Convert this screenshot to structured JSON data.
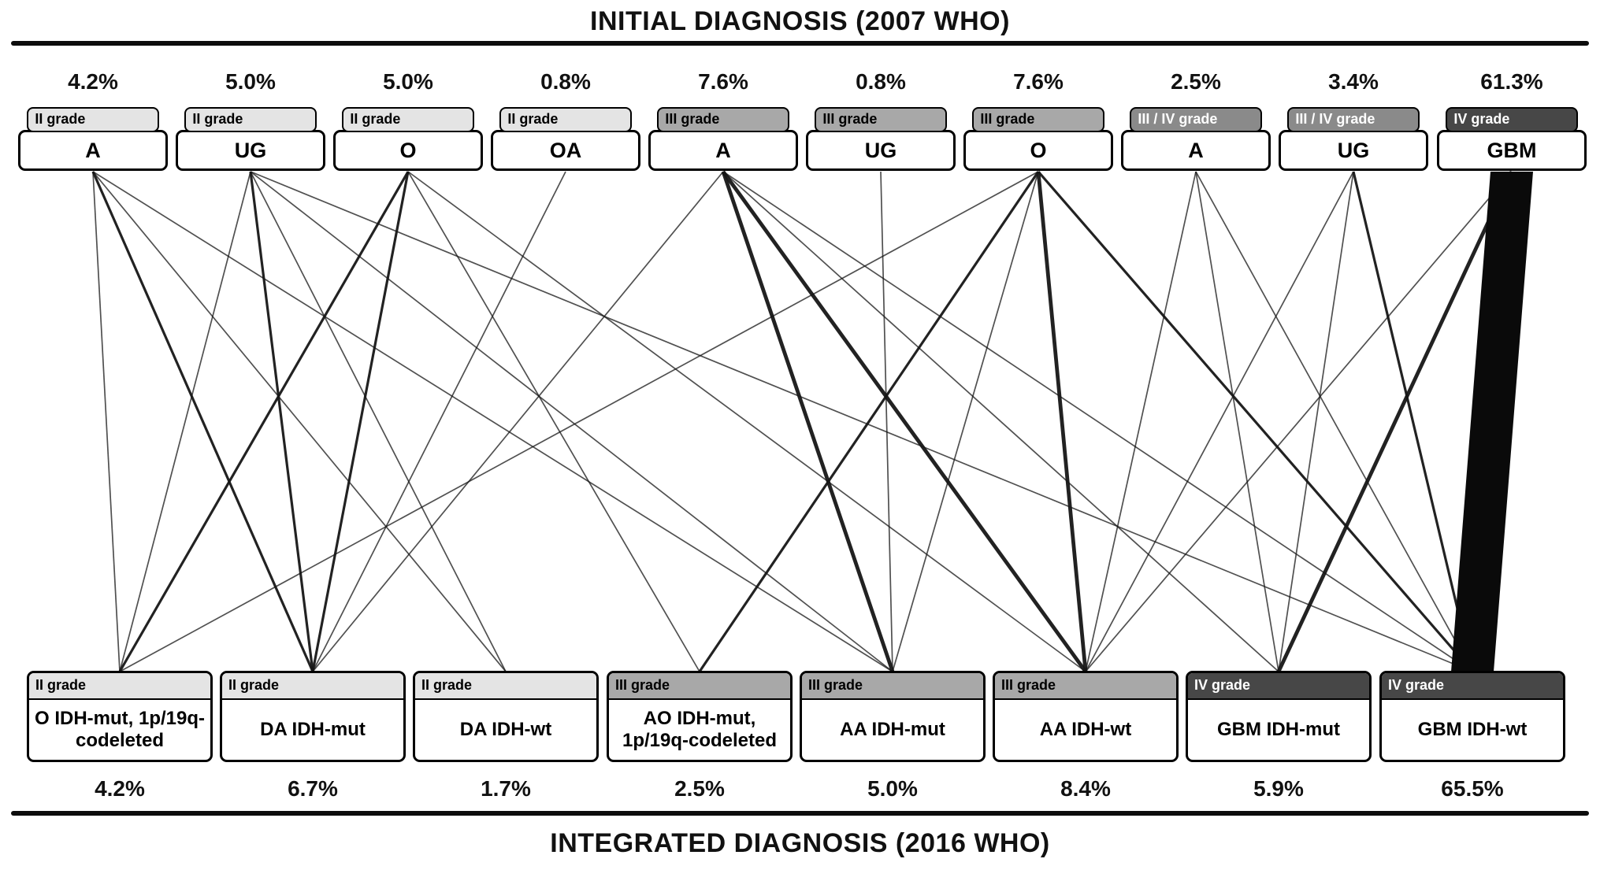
{
  "titles": {
    "top": "INITIAL DIAGNOSIS (2007 WHO)",
    "bottom": "INTEGRATED DIAGNOSIS (2016 WHO)"
  },
  "colors": {
    "grade_ii": "#e4e4e4",
    "grade_iii": "#a8a8a8",
    "grade_iii_iv": "#8a8a8a",
    "grade_iv": "#474747",
    "line": "#161616"
  },
  "chart_data": {
    "type": "sankey",
    "title": "INITIAL DIAGNOSIS (2007 WHO) to INTEGRATED DIAGNOSIS (2016 WHO)",
    "top_nodes": [
      {
        "grade": "II grade",
        "label": "A",
        "pct": "4.2%"
      },
      {
        "grade": "II grade",
        "label": "UG",
        "pct": "5.0%"
      },
      {
        "grade": "II grade",
        "label": "O",
        "pct": "5.0%"
      },
      {
        "grade": "II grade",
        "label": "OA",
        "pct": "0.8%"
      },
      {
        "grade": "III grade",
        "label": "A",
        "pct": "7.6%"
      },
      {
        "grade": "III grade",
        "label": "UG",
        "pct": "0.8%"
      },
      {
        "grade": "III grade",
        "label": "O",
        "pct": "7.6%"
      },
      {
        "grade": "III / IV grade",
        "label": "A",
        "pct": "2.5%"
      },
      {
        "grade": "III / IV grade",
        "label": "UG",
        "pct": "3.4%"
      },
      {
        "grade": "IV grade",
        "label": "GBM",
        "pct": "61.3%"
      }
    ],
    "bottom_nodes": [
      {
        "grade": "II grade",
        "label": "O IDH-mut, 1p/19q-codeleted",
        "pct": "4.2%"
      },
      {
        "grade": "II grade",
        "label": "DA IDH-mut",
        "pct": "6.7%"
      },
      {
        "grade": "II grade",
        "label": "DA IDH-wt",
        "pct": "1.7%"
      },
      {
        "grade": "III grade",
        "label": "AO IDH-mut, 1p/19q-codeleted",
        "pct": "2.5%"
      },
      {
        "grade": "III grade",
        "label": "AA IDH-mut",
        "pct": "5.0%"
      },
      {
        "grade": "III grade",
        "label": "AA IDH-wt",
        "pct": "8.4%"
      },
      {
        "grade": "IV grade",
        "label": "GBM IDH-mut",
        "pct": "5.9%"
      },
      {
        "grade": "IV grade",
        "label": "GBM IDH-wt",
        "pct": "65.5%"
      }
    ],
    "links": [
      {
        "source": 0,
        "target": 0,
        "value": 1
      },
      {
        "source": 0,
        "target": 1,
        "value": 2
      },
      {
        "source": 0,
        "target": 2,
        "value": 1
      },
      {
        "source": 0,
        "target": 4,
        "value": 1
      },
      {
        "source": 1,
        "target": 0,
        "value": 1
      },
      {
        "source": 1,
        "target": 1,
        "value": 2
      },
      {
        "source": 1,
        "target": 2,
        "value": 1
      },
      {
        "source": 1,
        "target": 4,
        "value": 1
      },
      {
        "source": 1,
        "target": 7,
        "value": 1
      },
      {
        "source": 2,
        "target": 0,
        "value": 2
      },
      {
        "source": 2,
        "target": 1,
        "value": 2
      },
      {
        "source": 2,
        "target": 3,
        "value": 1
      },
      {
        "source": 2,
        "target": 5,
        "value": 1
      },
      {
        "source": 3,
        "target": 1,
        "value": 1
      },
      {
        "source": 4,
        "target": 1,
        "value": 1
      },
      {
        "source": 4,
        "target": 4,
        "value": 3
      },
      {
        "source": 4,
        "target": 5,
        "value": 3
      },
      {
        "source": 4,
        "target": 6,
        "value": 1
      },
      {
        "source": 4,
        "target": 7,
        "value": 1
      },
      {
        "source": 5,
        "target": 4,
        "value": 1
      },
      {
        "source": 6,
        "target": 0,
        "value": 1
      },
      {
        "source": 6,
        "target": 3,
        "value": 2
      },
      {
        "source": 6,
        "target": 4,
        "value": 1
      },
      {
        "source": 6,
        "target": 5,
        "value": 3
      },
      {
        "source": 6,
        "target": 7,
        "value": 2
      },
      {
        "source": 7,
        "target": 5,
        "value": 1
      },
      {
        "source": 7,
        "target": 6,
        "value": 1
      },
      {
        "source": 7,
        "target": 7,
        "value": 1
      },
      {
        "source": 8,
        "target": 5,
        "value": 1
      },
      {
        "source": 8,
        "target": 6,
        "value": 1
      },
      {
        "source": 8,
        "target": 7,
        "value": 2
      },
      {
        "source": 9,
        "target": 5,
        "value": 1
      },
      {
        "source": 9,
        "target": 6,
        "value": 3
      },
      {
        "source": 9,
        "target": 7,
        "value": 68
      }
    ]
  }
}
